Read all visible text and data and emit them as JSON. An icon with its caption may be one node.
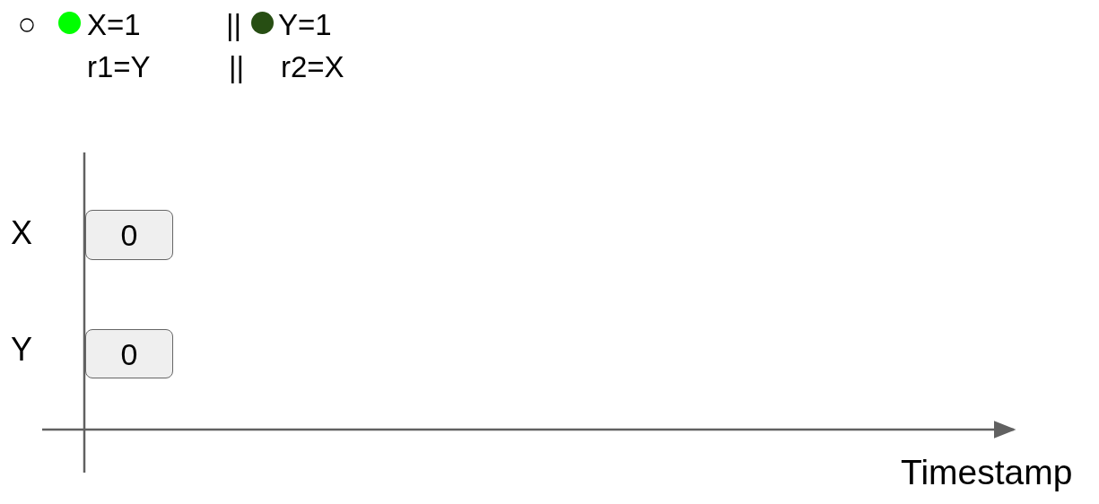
{
  "diagram": {
    "nodes": [
      {
        "text": [
          "0"
        ]
      },
      {
        "text": [
          "0"
        ]
      }
    ],
    "edges": [],
    "labels": [
      "||",
      "r1=Y",
      "||",
      "r2=X",
      "X",
      "Y",
      "Timestamp"
    ],
    "legend": [
      {
        "text": "X=1",
        "color": "#00ff00"
      },
      {
        "text": "Y=1",
        "color": "#274e13"
      }
    ]
  }
}
